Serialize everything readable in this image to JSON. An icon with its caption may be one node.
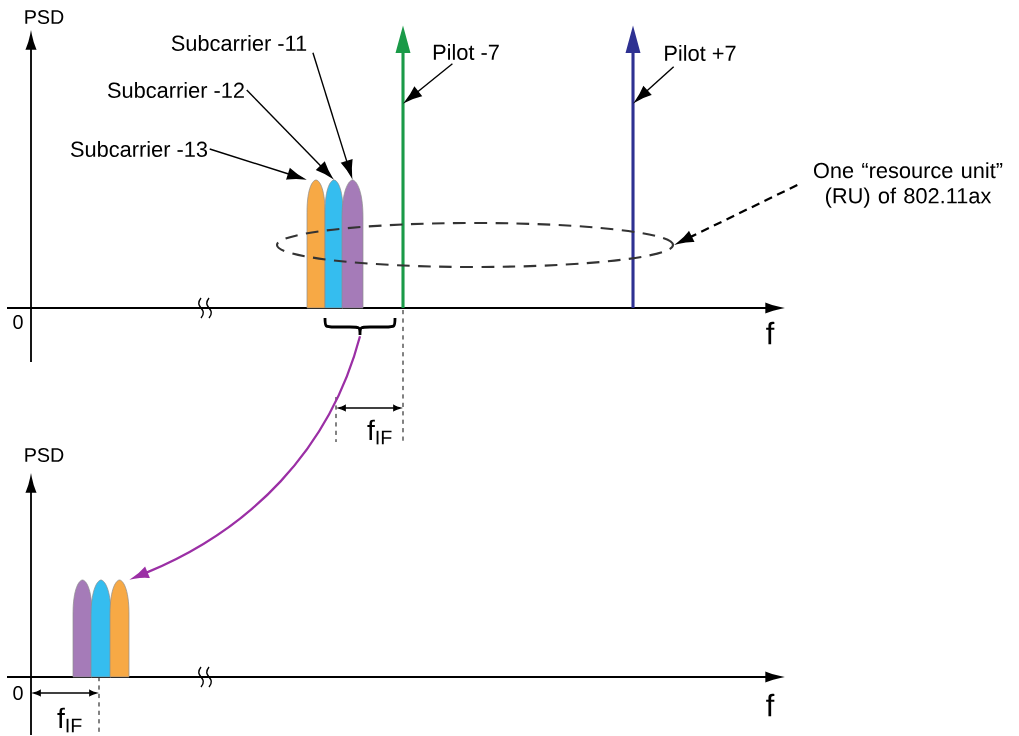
{
  "diagram": {
    "nodes": [
      {
        "text": [
          "Subcarrier -13"
        ]
      },
      {
        "text": [
          "Subcarrier -12"
        ]
      },
      {
        "text": [
          "Subcarrier -11"
        ]
      },
      {
        "text": [
          "Pilot -7"
        ]
      },
      {
        "text": [
          "Pilot +7"
        ]
      },
      {
        "text": [
          "One “resource unit” (RU) of 802.11ax"
        ]
      },
      {
        "text": [],
        "shape": "lobe"
      },
      {
        "text": [],
        "shape": "lobe"
      },
      {
        "text": [],
        "shape": "lobe"
      },
      {
        "text": [],
        "shape": "spike"
      },
      {
        "text": [],
        "shape": "spike"
      },
      {
        "text": [],
        "shape": "ellipse"
      },
      {
        "text": [],
        "shape": "brace"
      },
      {
        "text": [],
        "shape": "lobe"
      },
      {
        "text": [],
        "shape": "lobe"
      },
      {
        "text": [],
        "shape": "lobe"
      }
    ],
    "edges": [
      {
        "from": 0,
        "to": 6,
        "arrow": "to"
      },
      {
        "from": 1,
        "to": 7,
        "arrow": "to"
      },
      {
        "from": 2,
        "to": 8,
        "arrow": "to"
      },
      {
        "from": 3,
        "to": 9,
        "arrow": "to"
      },
      {
        "from": 4,
        "to": 10,
        "arrow": "to"
      },
      {
        "from": 5,
        "to": 11,
        "arrow": "to",
        "style": "dashed"
      },
      {
        "from": 12,
        "to": 15,
        "arrow": "to",
        "color": "#9b2fa5"
      }
    ],
    "labels": [
      "PSD",
      "0",
      "f",
      "f$_{IF}$",
      "PSD",
      "0",
      "f",
      "f$_{IF}$"
    ]
  }
}
